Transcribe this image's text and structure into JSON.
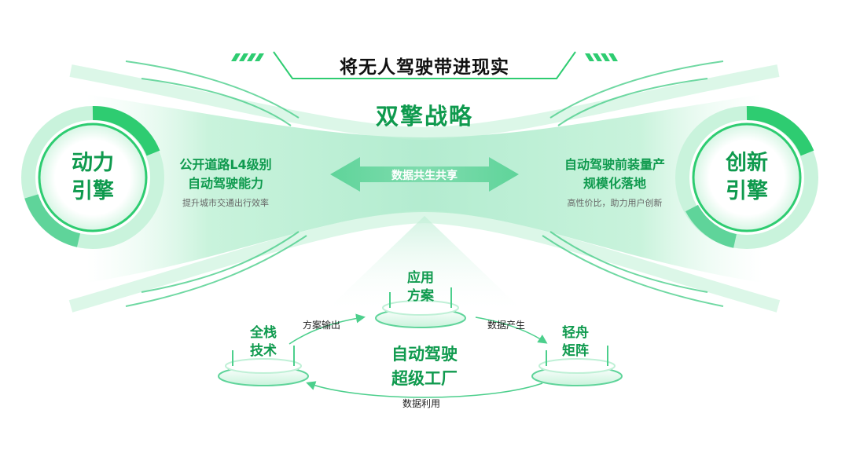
{
  "header": {
    "title": "将无人驾驶带进现实",
    "subtitle": "双擎战略"
  },
  "left_engine": {
    "name_line1": "动力",
    "name_line2": "引擎",
    "headline_line1": "公开道路L4级别",
    "headline_line2": "自动驾驶能力",
    "desc": "提升城市交通出行效率"
  },
  "right_engine": {
    "name_line1": "创新",
    "name_line2": "引擎",
    "headline_line1": "自动驾驶前装量产",
    "headline_line2": "规模化落地",
    "desc": "高性价比，助力用户创新"
  },
  "exchange_label": "数据共生共享",
  "factory": {
    "center_line1": "自动驾驶",
    "center_line2": "超级工厂",
    "nodes": {
      "top": {
        "line1": "应用",
        "line2": "方案"
      },
      "left": {
        "line1": "全栈",
        "line2": "技术"
      },
      "right": {
        "line1": "轻舟",
        "line2": "矩阵"
      }
    },
    "flows": {
      "left_to_top": "方案输出",
      "top_to_right": "数据产生",
      "right_to_left": "数据利用"
    }
  },
  "colors": {
    "primary": "#0f9a4e",
    "light": "#c9f3dc",
    "mid": "#5fd49a",
    "accent": "#2ecc71"
  }
}
